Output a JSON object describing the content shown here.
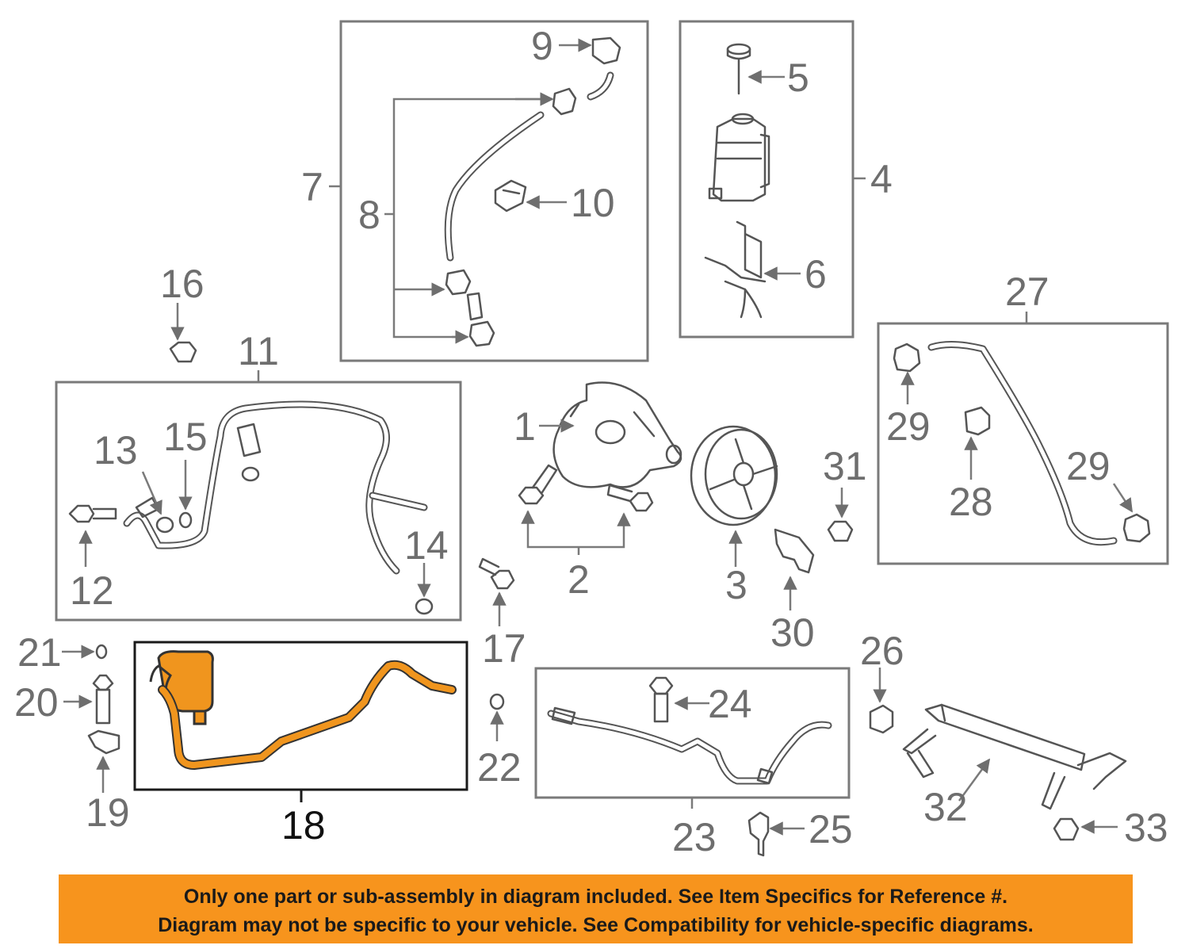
{
  "callouts": {
    "n1": "1",
    "n2": "2",
    "n3": "3",
    "n4": "4",
    "n5": "5",
    "n6": "6",
    "n7": "7",
    "n8": "8",
    "n9": "9",
    "n10": "10",
    "n11": "11",
    "n12": "12",
    "n13": "13",
    "n14": "14",
    "n15": "15",
    "n16": "16",
    "n17": "17",
    "n18": "18",
    "n19": "19",
    "n20": "20",
    "n21": "21",
    "n22": "22",
    "n23": "23",
    "n24": "24",
    "n25": "25",
    "n26": "26",
    "n27": "27",
    "n28": "28",
    "n29a": "29",
    "n29b": "29",
    "n30": "30",
    "n31": "31",
    "n32": "32",
    "n33": "33"
  },
  "highlighted_part": "18",
  "colors": {
    "highlight": "#f0951e",
    "banner": "#f7941d",
    "lines": "#7a7a7a"
  },
  "banner": {
    "line1": "Only one part or sub-assembly in diagram included. See Item Specifics for Reference #.",
    "line2": "Diagram may not be specific to your vehicle. See Compatibility for vehicle-specific diagrams."
  }
}
